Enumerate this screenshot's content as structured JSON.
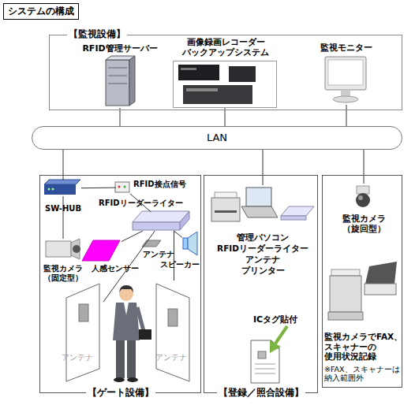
{
  "diagram": {
    "title": "システムの構成",
    "nodes": [
      {
        "text": [
          "【監視設備】"
        ]
      },
      {
        "text": [
          "RFID管理サーバー"
        ],
        "in": 0
      },
      {
        "text": [
          "画像録画レコーダー バックアップシステム"
        ],
        "in": 0
      },
      {
        "text": [
          "監視モニター"
        ],
        "in": 0
      },
      {
        "text": [
          "LAN"
        ]
      },
      {
        "text": [
          "【ゲート設備】"
        ]
      },
      {
        "text": [
          "SW-HUB"
        ],
        "in": 5
      },
      {
        "text": [
          "RFID接点信号"
        ],
        "in": 5
      },
      {
        "text": [
          "RFIDリーダーライター"
        ],
        "in": 5
      },
      {
        "text": [
          "監視カメラ （固定型）"
        ],
        "in": 5
      },
      {
        "text": [
          "アンテナ"
        ],
        "in": 5
      },
      {
        "text": [
          "人感センサー"
        ],
        "in": 5
      },
      {
        "text": [
          "スピーカー"
        ],
        "in": 5
      },
      {
        "text": [
          "アンテナ"
        ],
        "in": 5
      },
      {
        "text": [
          "アンテナ"
        ],
        "in": 5
      },
      {
        "text": [
          "【登録／照合設備】"
        ]
      },
      {
        "text": [
          "管理パソコン",
          "RFIDリーダーライター",
          "アンテナ",
          "プリンター"
        ],
        "in": 15
      },
      {
        "text": [
          "ICタグ貼付"
        ],
        "in": 15
      },
      {
        "text": [
          "監視カメラでFAX、 スキャナーの 使用状況記録",
          "※FAX、スキャナーは 納入範囲外"
        ]
      },
      {
        "text": [
          "監視カメラ （旋回型）"
        ],
        "in": 18
      }
    ],
    "edges": [
      {
        "from": 4,
        "to": 1,
        "arrow": "none"
      },
      {
        "from": 4,
        "to": 2,
        "arrow": "none"
      },
      {
        "from": 4,
        "to": 3,
        "arrow": "none"
      },
      {
        "from": 4,
        "to": 6,
        "arrow": "none"
      },
      {
        "from": 4,
        "to": 16,
        "arrow": "none"
      },
      {
        "from": 4,
        "to": 19,
        "arrow": "none"
      },
      {
        "from": 6,
        "to": 7,
        "arrow": "none"
      },
      {
        "from": 6,
        "to": 9,
        "arrow": "none"
      },
      {
        "from": 7,
        "to": 8,
        "arrow": "none"
      },
      {
        "from": 8,
        "to": 11,
        "arrow": "none"
      },
      {
        "from": 8,
        "to": 13,
        "arrow": "none"
      },
      {
        "from": 8,
        "to": 14,
        "arrow": "none"
      },
      {
        "from": 8,
        "to": 12,
        "arrow": "none"
      }
    ]
  }
}
